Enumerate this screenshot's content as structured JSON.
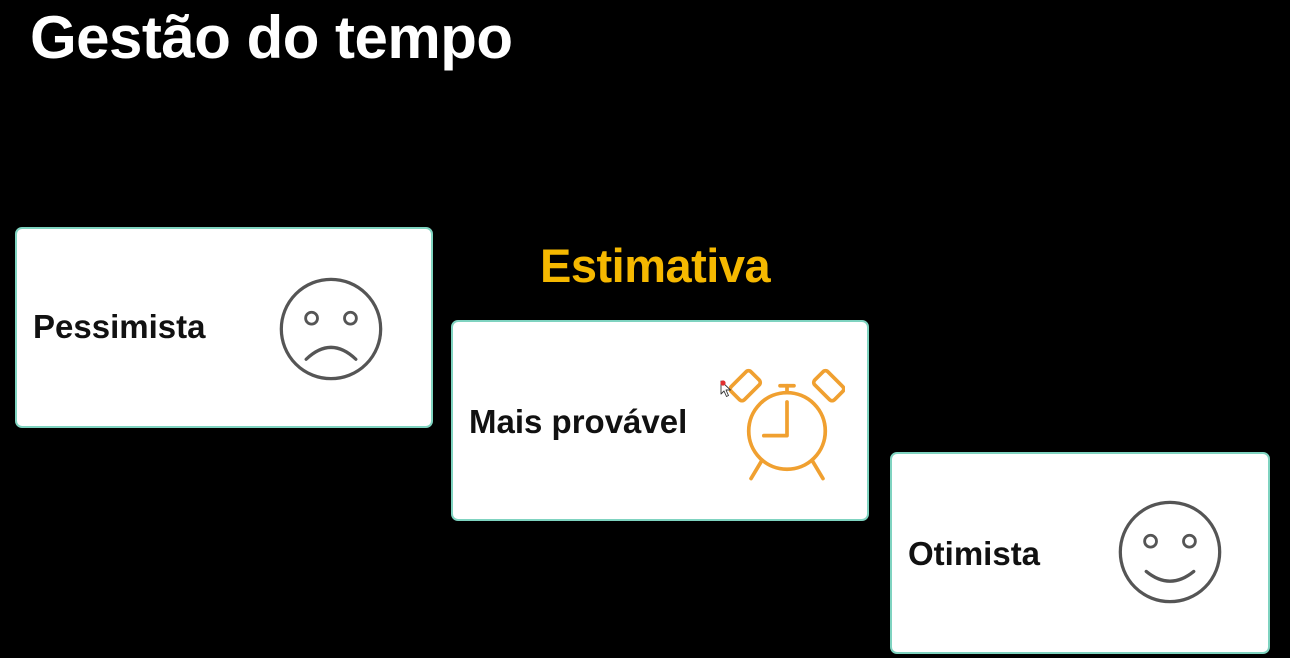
{
  "title": "Gestão do tempo",
  "subtitle": "Estimativa",
  "colors": {
    "background": "#000000",
    "title": "#ffffff",
    "subtitle_accent": "#f5b800",
    "card_border": "#7fd3c0",
    "face_icon": "#555555",
    "clock_icon": "#f0a030",
    "pointer": "#e03030"
  },
  "cards": [
    {
      "label": "Pessimista",
      "icon": "sad-face-icon"
    },
    {
      "label": "Mais provável",
      "icon": "alarm-clock-icon"
    },
    {
      "label": "Otimista",
      "icon": "happy-face-icon"
    }
  ]
}
